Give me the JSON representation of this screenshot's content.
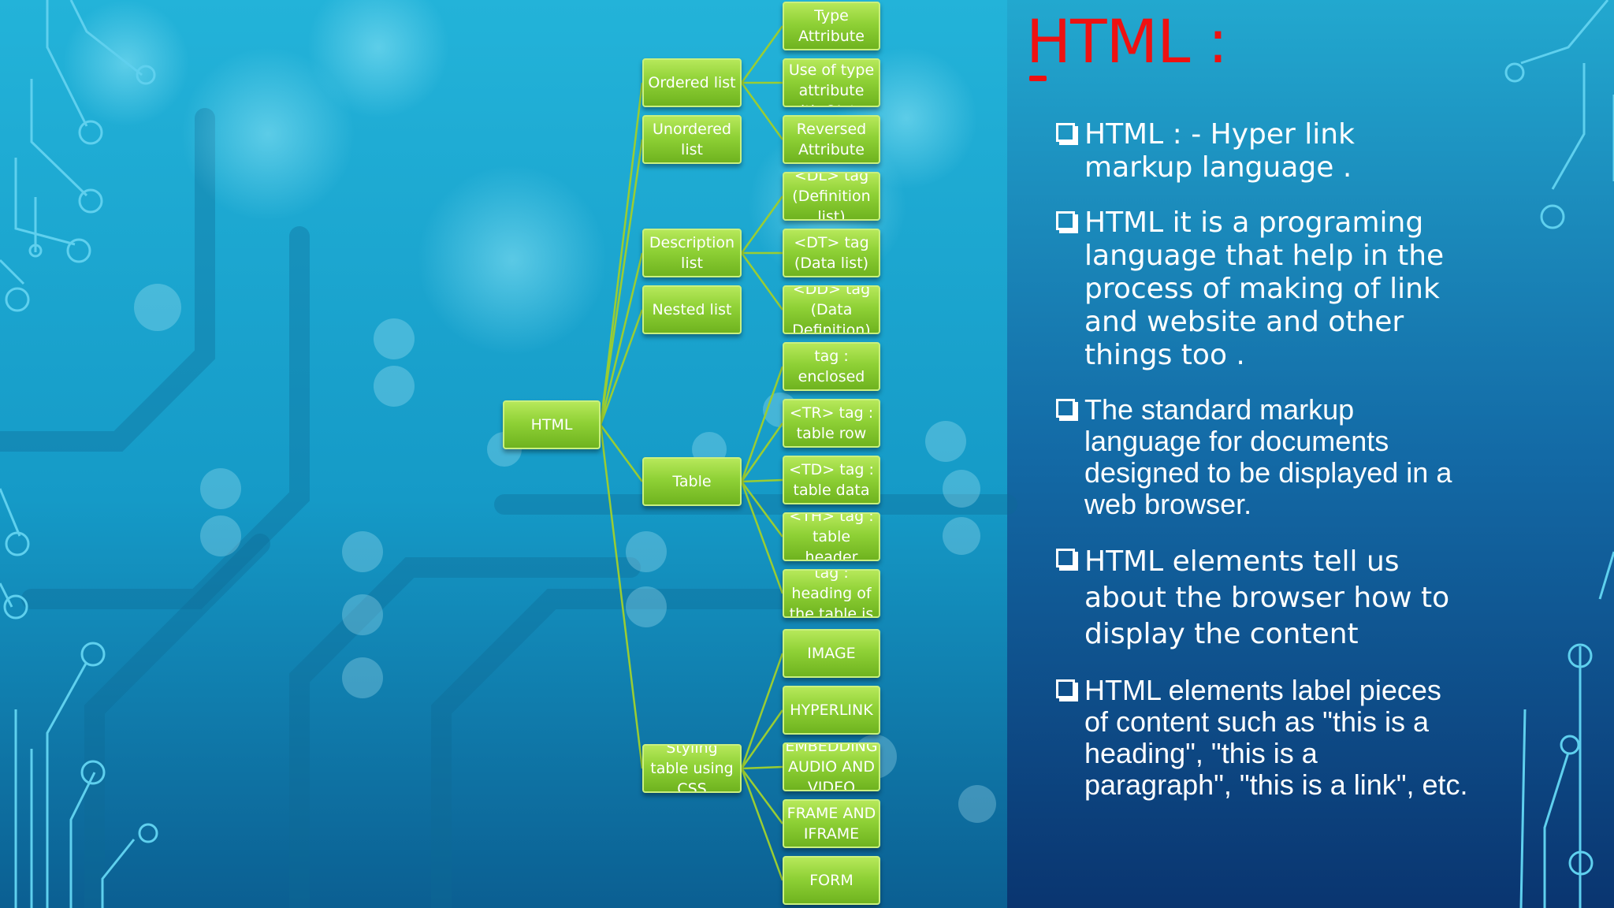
{
  "title": "HTML :",
  "bullets": [
    "HTML : - Hyper link markup language .",
    "HTML it is a programing language that help in the process of making of link and website and other things too .",
    "The standard markup language for documents designed to be displayed in a web browser.",
    "HTML elements tell us about the  browser how to display the content",
    "HTML elements label pieces of content such as \"this is a heading\", \"this is a paragraph\", \"this is a link\", etc."
  ],
  "diagram": {
    "root": "HTML",
    "branches": [
      {
        "label": "Ordered list",
        "children": [
          "Type Attribute",
          "Use of type attribute with OL tag in HTML",
          "Reversed Attribute"
        ]
      },
      {
        "label": "Unordered list",
        "children": []
      },
      {
        "label": "Description list",
        "children": [
          "<DL> tag (Definition list)",
          "<DT> tag (Data list)",
          "<DD> tag (Data Definition)"
        ]
      },
      {
        "label": "Nested list",
        "children": []
      },
      {
        "label": "Table",
        "children": [
          "<TABLE> tag : enclosed within the",
          "<TR> tag : table row",
          "<TD> tag : table data",
          "<TH> tag : table header",
          "<CAPTION> tag : heading of the table is defined in"
        ]
      },
      {
        "label": "Styling table using CSS",
        "children": [
          "IMAGE",
          "HYPERLINK",
          "EMBEDDING AUDIO AND VIDEO",
          "FRAME AND IFRAME",
          "FORM"
        ]
      }
    ]
  },
  "colors": {
    "title": "#ee1111",
    "node_fill": "#8fd136",
    "node_border": "#c9f07f",
    "connector": "#9acd32",
    "background": "#1da3cf",
    "right_panel": "#0e4f8c"
  }
}
